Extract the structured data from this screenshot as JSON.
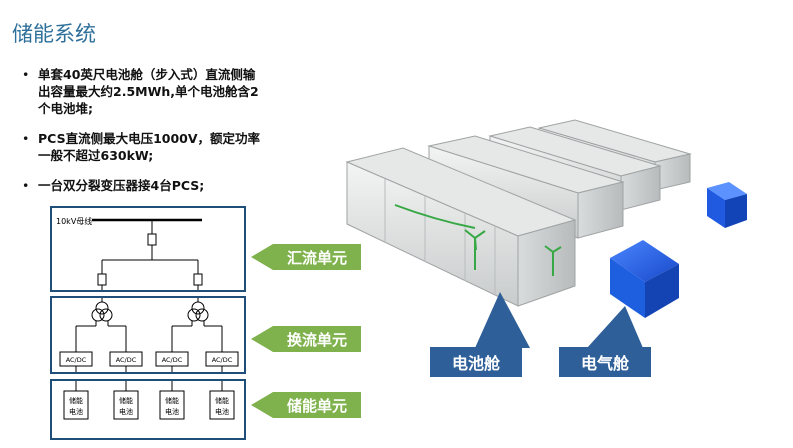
{
  "title": "储能系统",
  "bullets": [
    "单套40英尺电池舱（步入式）直流侧输出容量最大约2.5MWh,单个电池舱含2个电池堆;",
    "PCS直流侧最大电压1000V，额定功率一般不超过630kW;",
    "一台双分裂变压器接4台PCS;"
  ],
  "diagram": {
    "bus_label": "10kV母线",
    "converter_label": "AC/DC",
    "storage_label_line1": "储能",
    "storage_label_line2": "电池"
  },
  "tags": {
    "combiner": "汇流单元",
    "conversion": "换流单元",
    "storage": "储能单元"
  },
  "callouts": {
    "battery_cabin": "电池舱",
    "electrical_cabin": "电气舱"
  },
  "colors": {
    "title": "#2e6f9a",
    "panel_border": "#1f4f78",
    "tag_green": "#7fb24d",
    "callout_blue": "#2e5f99",
    "cabinet_blue": "#1e5fe0"
  }
}
